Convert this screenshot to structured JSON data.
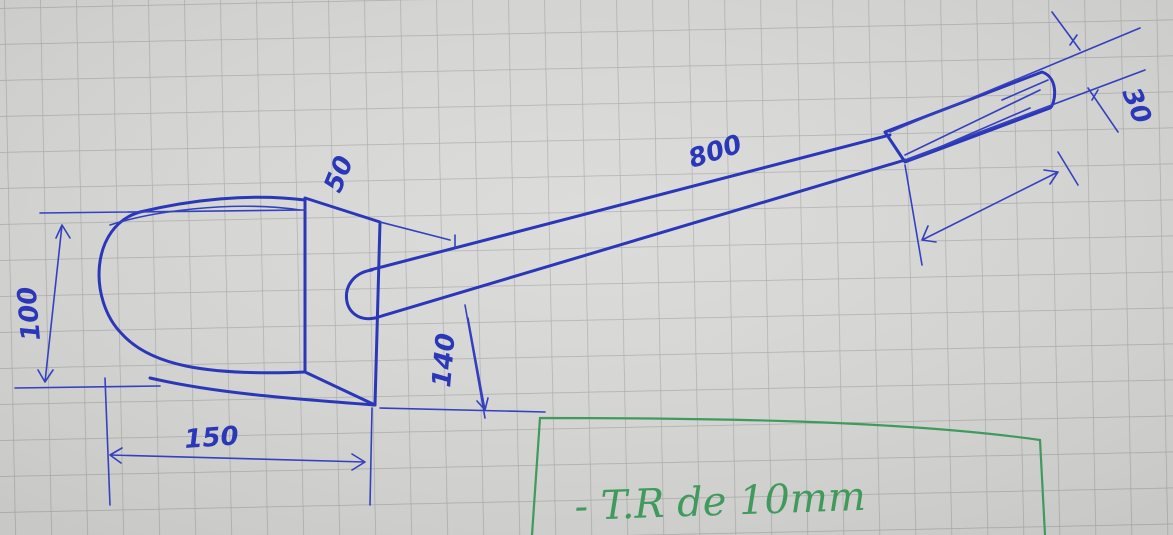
{
  "dimensions": {
    "width_50": "50",
    "height_100": "100",
    "length_150": "150",
    "height_140": "140",
    "length_800": "800",
    "width_30": "30"
  },
  "note": {
    "text": "- T.R de 10mm"
  },
  "colors": {
    "paper": "#d8d8d6",
    "grid": "#a9aaaa",
    "ink": "#2a37b8",
    "note_ink": "#3f9a5c"
  }
}
